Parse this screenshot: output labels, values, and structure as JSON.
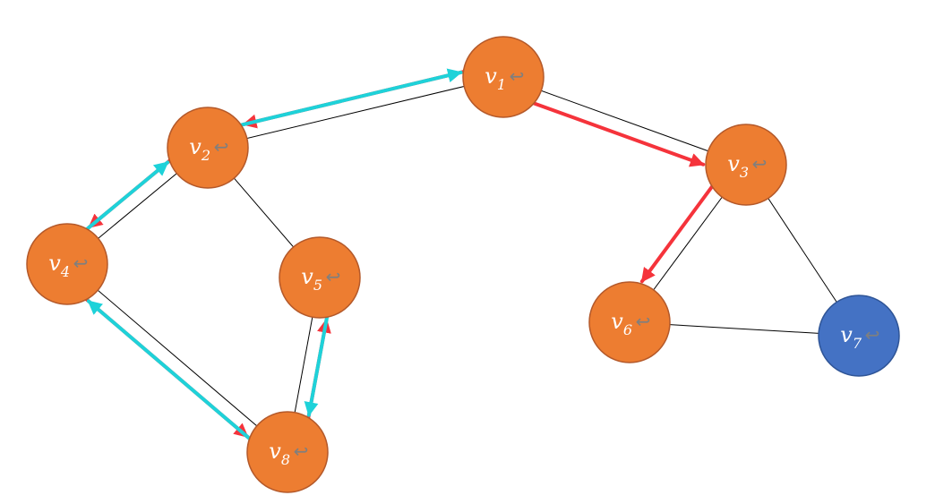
{
  "colors": {
    "visited_fill": "#ED7D31",
    "visited_stroke": "#B4592A",
    "unvisited_fill": "#4472C4",
    "unvisited_stroke": "#2F5597",
    "edge": "#000000",
    "forward_arrow": "#F5333B",
    "backtrack_arrow": "#1ED2D9",
    "return_mark": "#7F7F7F"
  },
  "nodes": [
    {
      "id": "v1",
      "base": "v",
      "sub": "1",
      "mark": "↩",
      "state": "visited"
    },
    {
      "id": "v2",
      "base": "v",
      "sub": "2",
      "mark": "↩",
      "state": "visited"
    },
    {
      "id": "v3",
      "base": "v",
      "sub": "3",
      "mark": "↩",
      "state": "visited"
    },
    {
      "id": "v4",
      "base": "v",
      "sub": "4",
      "mark": "↩",
      "state": "visited"
    },
    {
      "id": "v5",
      "base": "v",
      "sub": "5",
      "mark": "↩",
      "state": "visited"
    },
    {
      "id": "v6",
      "base": "v",
      "sub": "6",
      "mark": "↩",
      "state": "visited"
    },
    {
      "id": "v7",
      "base": "v",
      "sub": "7",
      "mark": "↩",
      "state": "unvisited"
    },
    {
      "id": "v8",
      "base": "v",
      "sub": "8",
      "mark": "↩",
      "state": "visited"
    }
  ],
  "edges": [
    [
      "v1",
      "v2"
    ],
    [
      "v1",
      "v3"
    ],
    [
      "v2",
      "v4"
    ],
    [
      "v2",
      "v5"
    ],
    [
      "v4",
      "v8"
    ],
    [
      "v5",
      "v8"
    ],
    [
      "v3",
      "v6"
    ],
    [
      "v3",
      "v7"
    ],
    [
      "v6",
      "v7"
    ]
  ],
  "traversal_arrows": [
    {
      "from": "v1",
      "to": "v2",
      "kind": "forward"
    },
    {
      "from": "v2",
      "to": "v4",
      "kind": "forward"
    },
    {
      "from": "v4",
      "to": "v8",
      "kind": "forward"
    },
    {
      "from": "v8",
      "to": "v5",
      "kind": "forward"
    },
    {
      "from": "v5",
      "to": "v8",
      "kind": "backtrack"
    },
    {
      "from": "v8",
      "to": "v4",
      "kind": "backtrack"
    },
    {
      "from": "v4",
      "to": "v2",
      "kind": "backtrack"
    },
    {
      "from": "v2",
      "to": "v1",
      "kind": "backtrack"
    },
    {
      "from": "v1",
      "to": "v3",
      "kind": "forward"
    },
    {
      "from": "v3",
      "to": "v6",
      "kind": "forward"
    }
  ]
}
